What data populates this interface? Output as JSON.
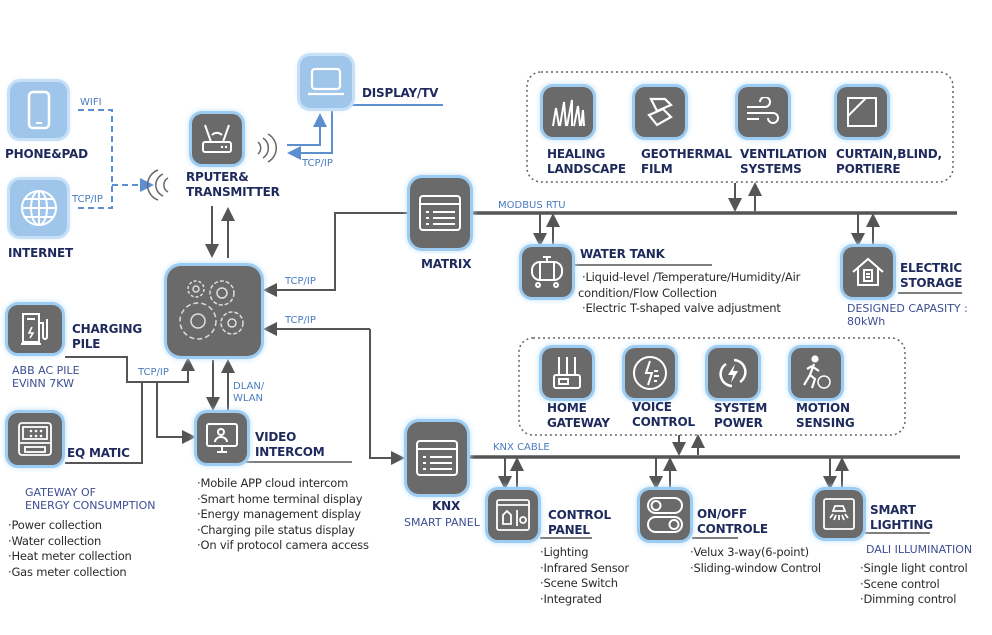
{
  "colors": {
    "dark_box": "#6b6a6b",
    "glow": "#9cccf2",
    "light_box": "#9fc6ea",
    "title": "#1e2a5c",
    "protocol": "#4a7cc0",
    "line": "#555555"
  },
  "devices": {
    "phone": {
      "label": "PHONE&PAD",
      "icon": "smartphone-icon"
    },
    "internet": {
      "label": "INTERNET",
      "icon": "globe-icon"
    },
    "router": {
      "label_1": "RPUTER&",
      "label_2": "TRANSMITTER",
      "icon": "router-icon"
    },
    "display": {
      "label": "DISPLAY/TV",
      "icon": "laptop-icon"
    },
    "hub": {
      "icon": "gears-icon"
    },
    "matrix": {
      "label": "MATRIX",
      "icon": "panel-icon"
    },
    "knx": {
      "label": "KNX",
      "sub": "SMART PANEL",
      "icon": "panel-icon"
    },
    "charging": {
      "label_1": "CHARGING",
      "label_2": "PILE",
      "sub_1": "ABB AC PILE",
      "sub_2": "EViNN 7KW",
      "icon": "ev-charger-icon"
    },
    "eq": {
      "label": "EQ MATIC",
      "sub_1": "GATEWAY OF",
      "sub_2": "ENERGY CONSUMPTION",
      "bullets": [
        "Power collection",
        "Water collection",
        "Heat meter collection",
        "Gas meter collection"
      ],
      "icon": "meter-icon"
    },
    "video": {
      "label_1": "VIDEO",
      "label_2": "INTERCOM",
      "bullets": [
        "Mobile APP cloud intercom",
        "Smart home terminal display",
        "Energy management display",
        "Charging pile status display",
        "On vif protocol camera access"
      ],
      "icon": "video-monitor-icon"
    },
    "water": {
      "label": "WATER TANK",
      "bullets": [
        "Liquid-level /Temperature/Humidity/Air",
        "condition/Flow Collection",
        "Electric T-shaped valve adjustment"
      ],
      "icon": "tank-icon"
    },
    "storage": {
      "label_1": "ELECTRIC",
      "label_2": "STORAGE",
      "sub_1": "DESIGNED CAPASITY :",
      "sub_2": "80kWh",
      "icon": "house-battery-icon"
    },
    "control": {
      "label_1": "CONTROL",
      "label_2": "PANEL",
      "bullets": [
        "Lighting",
        "Infrared Sensor",
        "Scene Switch",
        "Integrated"
      ],
      "icon": "control-panel-icon"
    },
    "onoff": {
      "label_1": "ON/OFF",
      "label_2": "CONTROLE",
      "bullets": [
        "Velux 3-way(6-point)",
        "Sliding-window Control"
      ],
      "icon": "toggle-switch-icon"
    },
    "lighting": {
      "label_1": "SMART",
      "label_2": "LIGHTING",
      "sub": "DALI ILLUMINATION",
      "bullets": [
        "Single light control",
        "Scene control",
        "Dimming control"
      ],
      "icon": "ceiling-light-icon"
    }
  },
  "top_group": [
    {
      "l1": "HEALING",
      "l2": "LANDSCAPE",
      "icon": "grass-icon"
    },
    {
      "l1": "GEOTHERMAL",
      "l2": "FILM",
      "icon": "layers-icon"
    },
    {
      "l1": "VENTILATION",
      "l2": "SYSTEMS",
      "icon": "wind-icon"
    },
    {
      "l1": "CURTAIN,BLIND,",
      "l2": "PORTIERE",
      "icon": "curtain-icon"
    }
  ],
  "bottom_group": [
    {
      "l1": "HOME",
      "l2": "GATEWAY",
      "icon": "gateway-icon"
    },
    {
      "l1": "VOICE",
      "l2": "CONTROL",
      "icon": "voice-icon"
    },
    {
      "l1": "SYSTEM",
      "l2": "POWER",
      "icon": "power-icon"
    },
    {
      "l1": "MOTION",
      "l2": "SENSING",
      "icon": "motion-icon"
    }
  ],
  "protocols": {
    "wifi": "WIFI",
    "tcp_internet": "TCP/IP",
    "tcp_display": "TCP/IP",
    "tcp_matrix": "TCP/IP",
    "tcp_knx": "TCP/IP",
    "tcp_charging": "TCP/IP",
    "dlan_1": "DLAN/",
    "dlan_2": "WLAN",
    "modbus": "MODBUS RTU",
    "knx_cable": "KNX CABLE"
  }
}
